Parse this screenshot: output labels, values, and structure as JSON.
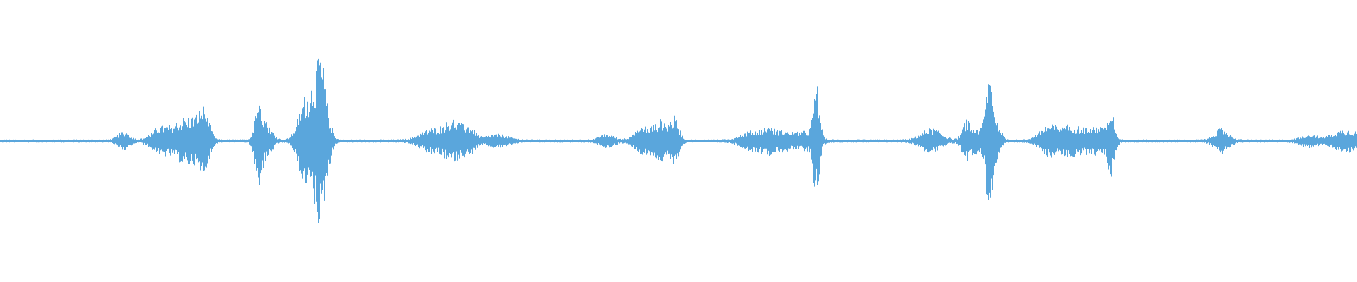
{
  "waveform": {
    "color": "#5aa6dc",
    "background": "#ffffff",
    "baseline_amplitude": 0.006,
    "bursts": [
      {
        "center": 0.091,
        "width": 0.004,
        "amplitude": 0.03
      },
      {
        "center": 0.117,
        "width": 0.006,
        "amplitude": 0.04
      },
      {
        "center": 0.132,
        "width": 0.007,
        "amplitude": 0.06
      },
      {
        "center": 0.141,
        "width": 0.005,
        "amplitude": 0.05
      },
      {
        "center": 0.148,
        "width": 0.003,
        "amplitude": 0.09
      },
      {
        "center": 0.153,
        "width": 0.003,
        "amplitude": 0.05
      },
      {
        "center": 0.19,
        "width": 0.0025,
        "amplitude": 0.14
      },
      {
        "center": 0.196,
        "width": 0.004,
        "amplitude": 0.06
      },
      {
        "center": 0.221,
        "width": 0.004,
        "amplitude": 0.06
      },
      {
        "center": 0.226,
        "width": 0.004,
        "amplitude": 0.12
      },
      {
        "center": 0.232,
        "width": 0.003,
        "amplitude": 0.16
      },
      {
        "center": 0.2365,
        "width": 0.0025,
        "amplitude": 0.22
      },
      {
        "center": 0.241,
        "width": 0.003,
        "amplitude": 0.09
      },
      {
        "center": 0.318,
        "width": 0.008,
        "amplitude": 0.04
      },
      {
        "center": 0.334,
        "width": 0.006,
        "amplitude": 0.07
      },
      {
        "center": 0.346,
        "width": 0.004,
        "amplitude": 0.04
      },
      {
        "center": 0.366,
        "width": 0.008,
        "amplitude": 0.02
      },
      {
        "center": 0.447,
        "width": 0.005,
        "amplitude": 0.02
      },
      {
        "center": 0.476,
        "width": 0.007,
        "amplitude": 0.05
      },
      {
        "center": 0.488,
        "width": 0.004,
        "amplitude": 0.06
      },
      {
        "center": 0.497,
        "width": 0.003,
        "amplitude": 0.08
      },
      {
        "center": 0.553,
        "width": 0.007,
        "amplitude": 0.03
      },
      {
        "center": 0.566,
        "width": 0.005,
        "amplitude": 0.04
      },
      {
        "center": 0.578,
        "width": 0.005,
        "amplitude": 0.03
      },
      {
        "center": 0.593,
        "width": 0.007,
        "amplitude": 0.03
      },
      {
        "center": 0.6015,
        "width": 0.0022,
        "amplitude": 0.19
      },
      {
        "center": 0.686,
        "width": 0.007,
        "amplitude": 0.04
      },
      {
        "center": 0.712,
        "width": 0.003,
        "amplitude": 0.07
      },
      {
        "center": 0.72,
        "width": 0.003,
        "amplitude": 0.04
      },
      {
        "center": 0.7285,
        "width": 0.0025,
        "amplitude": 0.24
      },
      {
        "center": 0.734,
        "width": 0.003,
        "amplitude": 0.07
      },
      {
        "center": 0.772,
        "width": 0.006,
        "amplitude": 0.05
      },
      {
        "center": 0.786,
        "width": 0.006,
        "amplitude": 0.05
      },
      {
        "center": 0.799,
        "width": 0.006,
        "amplitude": 0.04
      },
      {
        "center": 0.81,
        "width": 0.004,
        "amplitude": 0.04
      },
      {
        "center": 0.8185,
        "width": 0.0025,
        "amplitude": 0.12
      },
      {
        "center": 0.9,
        "width": 0.005,
        "amplitude": 0.04
      },
      {
        "center": 0.965,
        "width": 0.006,
        "amplitude": 0.02
      },
      {
        "center": 0.985,
        "width": 0.006,
        "amplitude": 0.025
      },
      {
        "center": 0.996,
        "width": 0.006,
        "amplitude": 0.03
      }
    ],
    "center_line": 0.5,
    "samples": 1920
  }
}
